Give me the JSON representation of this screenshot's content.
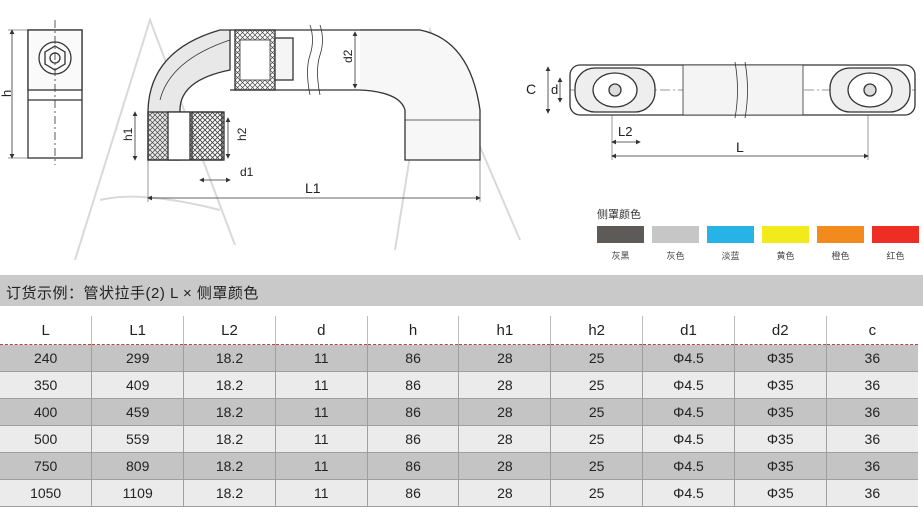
{
  "drawing_labels": {
    "h": "h",
    "h1": "h1",
    "h2": "h2",
    "d1": "d1",
    "d2": "d2",
    "L1": "L1",
    "C": "C",
    "d": "d",
    "L2": "L2",
    "L": "L"
  },
  "color_legend": {
    "title": "侧罩颜色",
    "items": [
      {
        "name": "灰黑",
        "color": "#5e5a57"
      },
      {
        "name": "灰色",
        "color": "#c6c6c6"
      },
      {
        "name": "淡蓝",
        "color": "#27b3e6"
      },
      {
        "name": "黄色",
        "color": "#f3ea1c"
      },
      {
        "name": "橙色",
        "color": "#f28a1e"
      },
      {
        "name": "红色",
        "color": "#ee2e24"
      }
    ]
  },
  "order_example": "订货示例：管状拉手(2) L × 侧罩颜色",
  "table": {
    "headers": [
      "L",
      "L1",
      "L2",
      "d",
      "h",
      "h1",
      "h2",
      "d1",
      "d2",
      "c"
    ],
    "rows": [
      [
        "240",
        "299",
        "18.2",
        "11",
        "86",
        "28",
        "25",
        "Φ4.5",
        "Φ35",
        "36"
      ],
      [
        "350",
        "409",
        "18.2",
        "11",
        "86",
        "28",
        "25",
        "Φ4.5",
        "Φ35",
        "36"
      ],
      [
        "400",
        "459",
        "18.2",
        "11",
        "86",
        "28",
        "25",
        "Φ4.5",
        "Φ35",
        "36"
      ],
      [
        "500",
        "559",
        "18.2",
        "11",
        "86",
        "28",
        "25",
        "Φ4.5",
        "Φ35",
        "36"
      ],
      [
        "750",
        "809",
        "18.2",
        "11",
        "86",
        "28",
        "25",
        "Φ4.5",
        "Φ35",
        "36"
      ],
      [
        "1050",
        "1109",
        "18.2",
        "11",
        "86",
        "28",
        "25",
        "Φ4.5",
        "Φ35",
        "36"
      ]
    ]
  }
}
